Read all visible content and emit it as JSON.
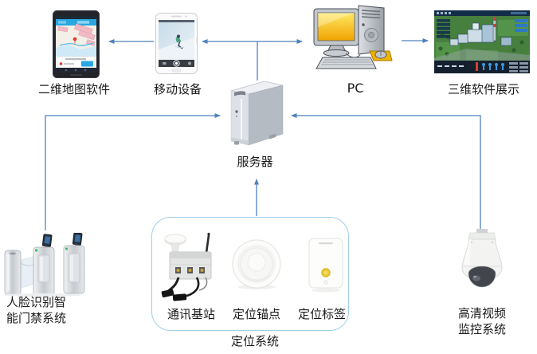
{
  "colors": {
    "arrow": "#4f81bd",
    "box_border": "#9fd0e8",
    "label_text": "#1a1a1a",
    "pc_screen_yellow": "#f7bc00",
    "app_header_blue": "#2aa7e0",
    "tag_button_yellow": "#e9c832"
  },
  "nodes": {
    "map_app": {
      "label": "二维地图软件",
      "icon": "map-phone-icon"
    },
    "mobile": {
      "label": "移动设备",
      "icon": "mobile-phone-icon"
    },
    "pc": {
      "label": "PC",
      "icon": "desktop-pc-icon"
    },
    "viewer3d": {
      "label": "三维软件展示",
      "icon": "3d-display-icon"
    },
    "server": {
      "label": "服务器",
      "icon": "server-tower-icon"
    },
    "access_control": {
      "label_line1": "人脸识别智",
      "label_line2": "能门禁系统",
      "icon": "turnstile-gate-icon"
    },
    "video": {
      "label_line1": "高清视频",
      "label_line2": "监控系统",
      "icon": "dome-camera-icon"
    },
    "positioning_system": {
      "label": "定位系统",
      "items": [
        {
          "label": "通讯基站",
          "icon": "base-station-icon"
        },
        {
          "label": "定位锚点",
          "icon": "anchor-disc-icon"
        },
        {
          "label": "定位标签",
          "icon": "tag-card-icon"
        }
      ]
    }
  }
}
